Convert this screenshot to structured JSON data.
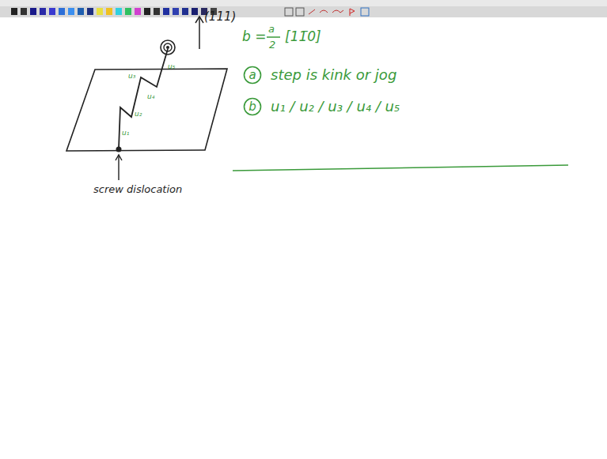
{
  "diagram": {
    "nodes": [
      {
        "text": [
          "a"
        ]
      },
      {
        "text": [
          "b"
        ]
      }
    ],
    "labels": [
      "(111)",
      "b =",
      "a",
      "2",
      "[11̄0]",
      "step is kink or jog",
      "u₁ / u₂ / u₃ / u₄ / u₅",
      "u₅",
      "u₃",
      "u₄",
      "u₂",
      "u₁",
      "screw dislocation"
    ]
  }
}
